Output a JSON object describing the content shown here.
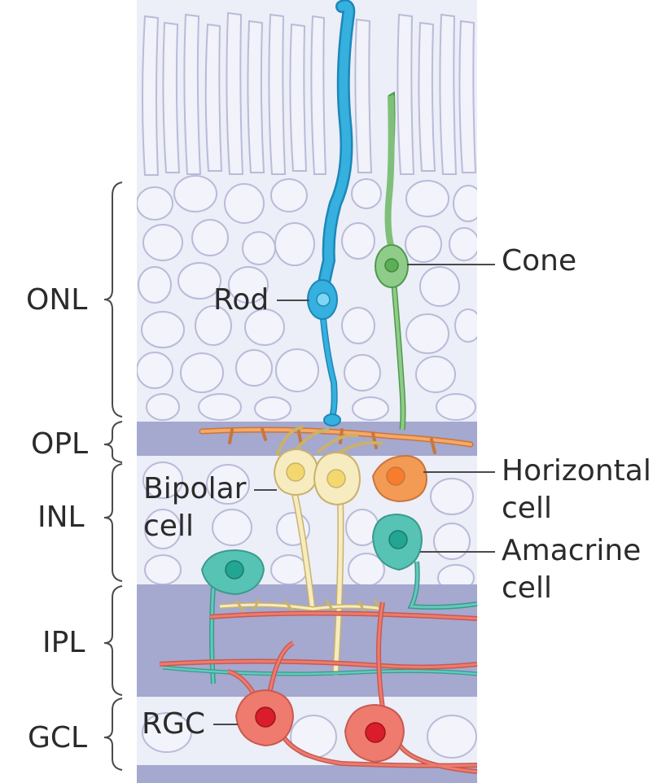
{
  "layers": [
    {
      "id": "onl",
      "label": "ONL"
    },
    {
      "id": "opl",
      "label": "OPL"
    },
    {
      "id": "inl",
      "label": "INL"
    },
    {
      "id": "ipl",
      "label": "IPL"
    },
    {
      "id": "gcl",
      "label": "GCL"
    }
  ],
  "cells": {
    "rod": {
      "label": "Rod"
    },
    "cone": {
      "label": "Cone"
    },
    "horizontal": {
      "line1": "Horizontal",
      "line2": "cell"
    },
    "amacrine": {
      "line1": "Amacrine",
      "line2": "cell"
    },
    "bipolar": {
      "line1": "Bipolar",
      "line2": "cell"
    },
    "rgc": {
      "label": "RGC"
    }
  },
  "colors": {
    "tissue_background": "#e9eaf5",
    "plexiform_band": "#a3a6cd",
    "cell_body_outline": "#b7b9d6",
    "rod": "#32a9d9",
    "cone": "#7fbf7a",
    "horizontal": "#f39a55",
    "bipolar": "#f6e9b3",
    "amacrine": "#57c3b4",
    "rgc": "#ee7b6e",
    "rgc_nucleus": "#d91d2c",
    "label_text": "#2b2b2b"
  }
}
